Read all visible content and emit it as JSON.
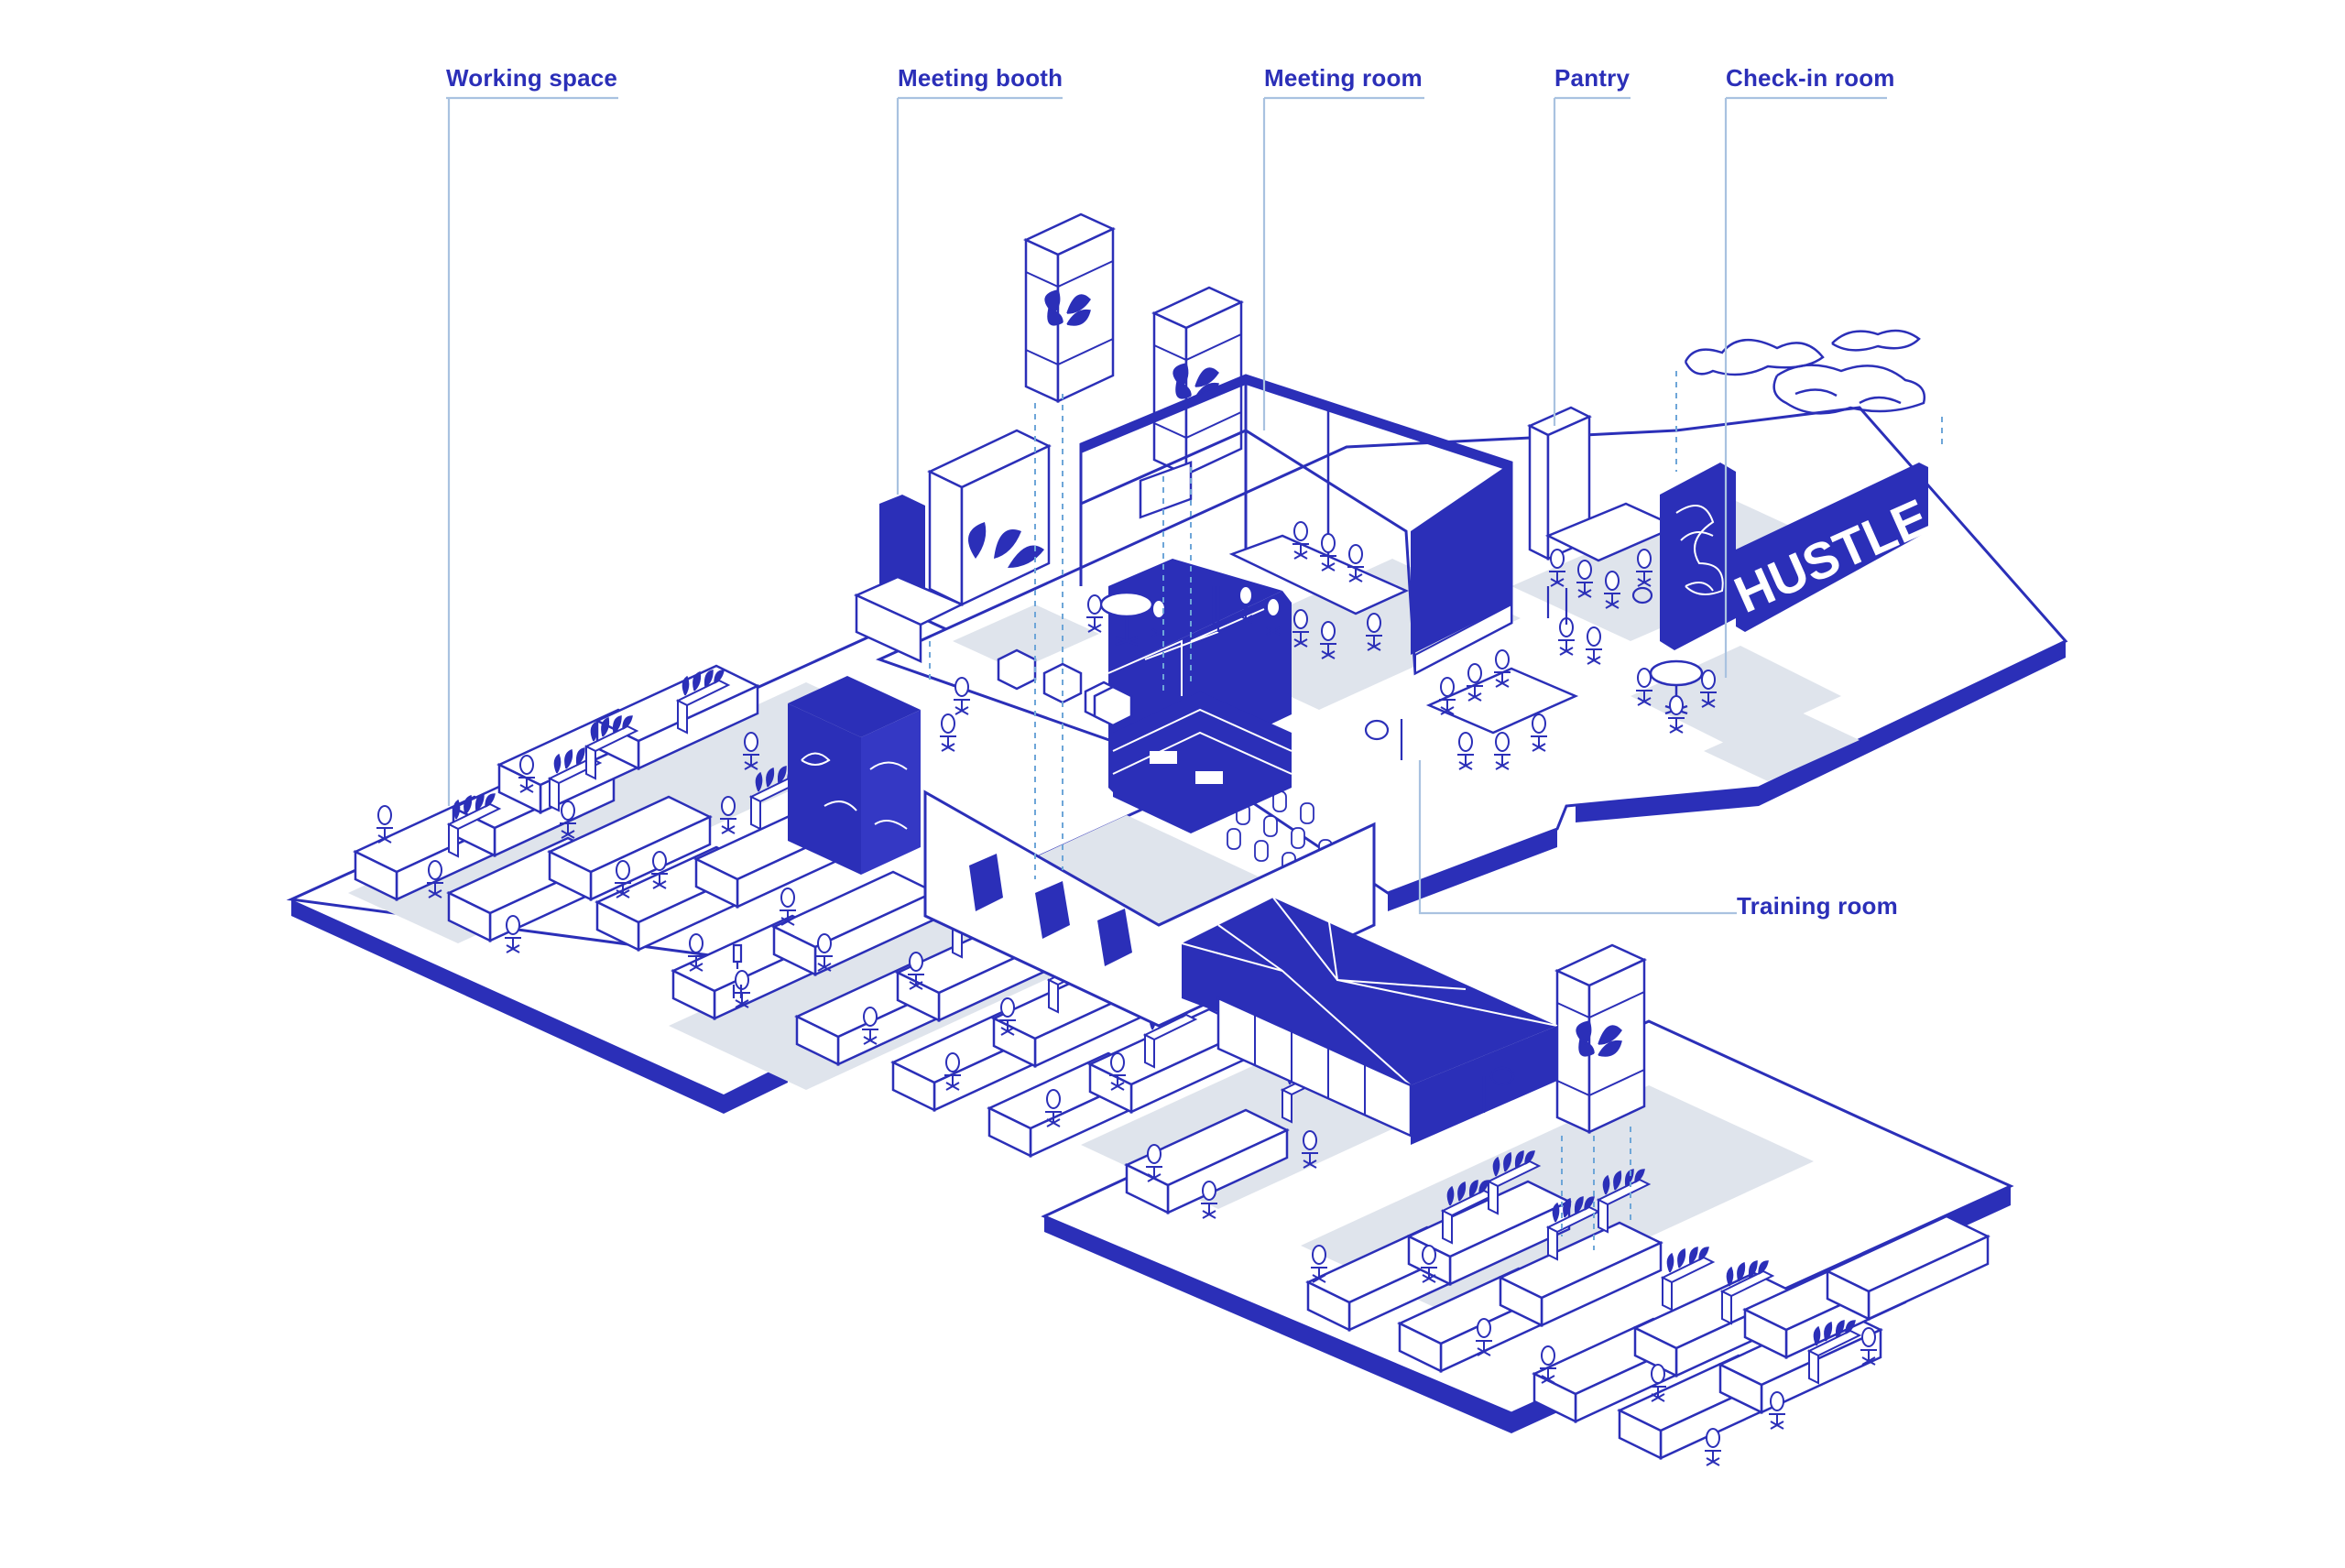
{
  "labels": {
    "working_space": "Working space",
    "meeting_booth": "Meeting booth",
    "meeting_room": "Meeting room",
    "pantry": "Pantry",
    "checkin_room": "Check-in room",
    "training_room": "Training room"
  },
  "sign_text": "HUSTLE",
  "colors": {
    "ink": "#2b2fb8",
    "floor_fill": "#dfe4ec",
    "leader_line": "#a9c2e0",
    "background": "#ffffff"
  }
}
